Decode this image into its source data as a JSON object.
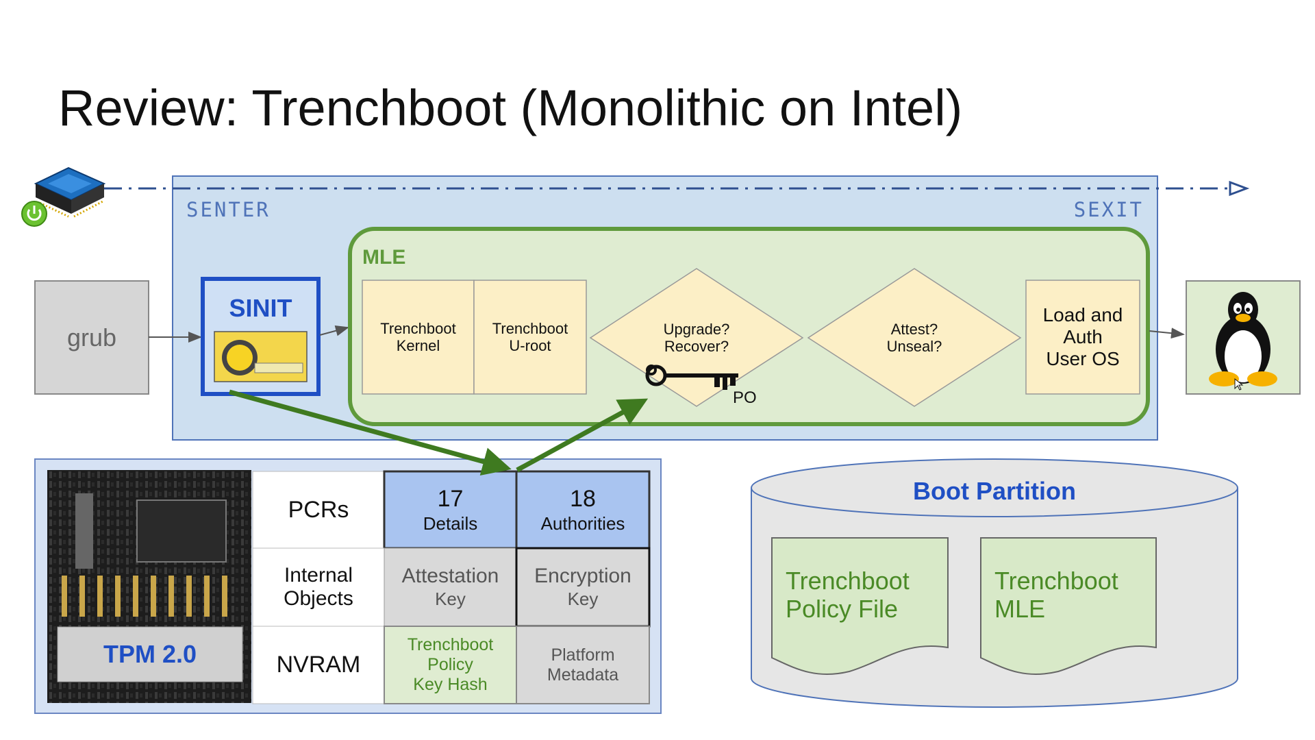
{
  "title": "Review: Trenchboot (Monolithic on Intel)",
  "senter_label": "SENTER",
  "sexit_label": "SEXIT",
  "grub_label": "grub",
  "sinit_label": "SINIT",
  "mle": {
    "label": "MLE",
    "kernel": "Trenchboot\nKernel",
    "uroot": "Trenchboot\nU-root",
    "upgrade": "Upgrade?\nRecover?",
    "attest": "Attest?\nUnseal?",
    "load": "Load and\nAuth\nUser OS",
    "po_label": "PO"
  },
  "tpm": {
    "chip_label": "TPM 2.0",
    "pcrs_label": "PCRs",
    "pcr17_num": "17",
    "pcr17_text": "Details",
    "pcr18_num": "18",
    "pcr18_text": "Authorities",
    "internal_label": "Internal\nObjects",
    "attest_key_1": "Attestation",
    "attest_key_2": "Key",
    "enc_key_1": "Encryption",
    "enc_key_2": "Key",
    "nvram_label": "NVRAM",
    "policy_hash": "Trenchboot\nPolicy\nKey Hash",
    "platform_meta": "Platform\nMetadata"
  },
  "boot_partition": {
    "title": "Boot Partition",
    "policy_file": "Trenchboot\nPolicy File",
    "mle_file": "Trenchboot\nMLE"
  },
  "colors": {
    "senter_region": "#cddff0",
    "mle_fill": "#dfecd1",
    "mle_border": "#5f9a3c",
    "step_fill": "#fcefc6",
    "sinit_border": "#1f4fc4",
    "pcr_fill": "#a9c4f0",
    "arrow_green": "#3f7a20",
    "boot_title": "#1f4fc4",
    "file_green": "#d8e9c8"
  },
  "icons": [
    "cpu-chip-icon",
    "power-icon",
    "tape-measure-icon",
    "key-icon",
    "tux-penguin-icon",
    "cursor-icon"
  ]
}
